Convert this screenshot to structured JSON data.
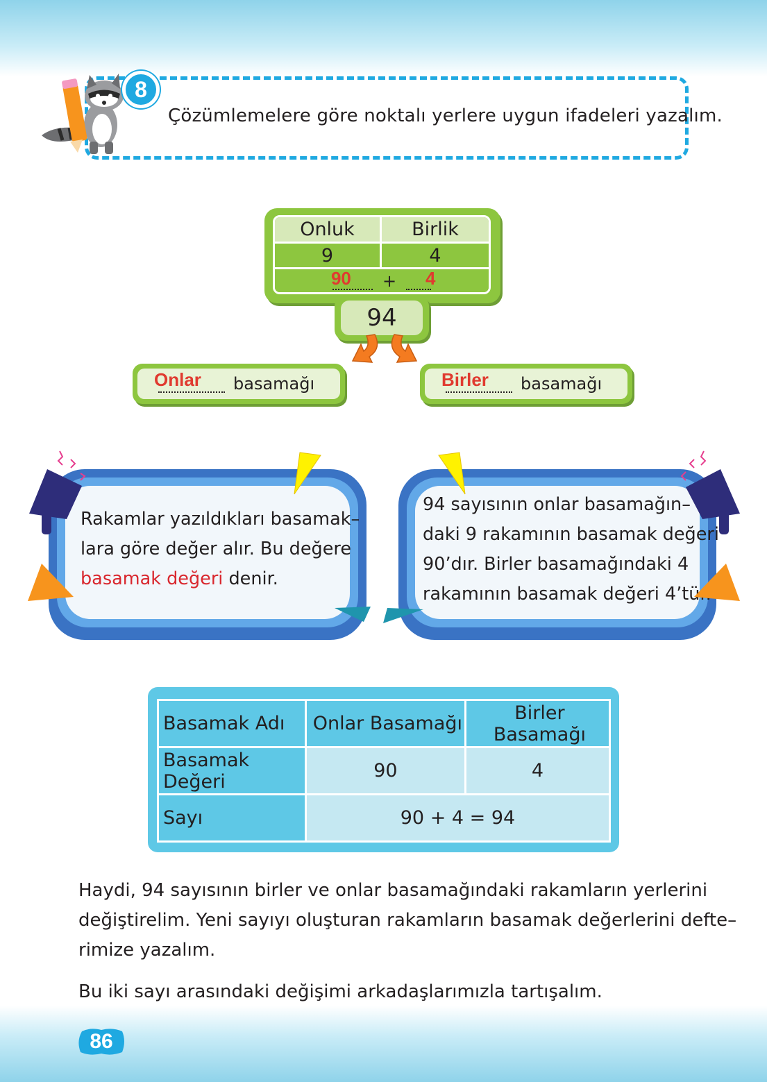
{
  "question": {
    "number": "8",
    "instruction": "Çözümlemelere göre noktalı yerlere uygun ifadeleri yazalım."
  },
  "place_value_chart": {
    "header_tens": "Onluk",
    "header_ones": "Birlik",
    "digit_tens": "9",
    "digit_ones": "4",
    "answer_tens": "90",
    "plus_sign": "+",
    "answer_ones": "4",
    "total": "94",
    "left_label_answer": "Onlar",
    "left_label_text": "basamağı",
    "right_label_answer": "Birler",
    "right_label_text": "basamağı"
  },
  "bubble_left": {
    "line1": "Rakamlar yazıldıkları basamak–",
    "line2": "lara göre değer alır. Bu değere",
    "line3_red": "basamak değeri",
    "line3_rest": " denir."
  },
  "bubble_right": {
    "line1": "94 sayısının onlar basamağın–",
    "line2": "daki 9 rakamının basamak değeri",
    "line3": "90’dır. Birler basamağındaki 4",
    "line4": "rakamının basamak değeri 4’tür."
  },
  "table": {
    "row1": [
      "Basamak Adı",
      "Onlar Basamağı",
      "Birler Basamağı"
    ],
    "row2": [
      "Basamak Değeri",
      "90",
      "4"
    ],
    "row3": [
      "Sayı",
      "90 + 4 = 94"
    ]
  },
  "paragraph": {
    "line1": "Haydi, 94 sayısının birler ve onlar basamağındaki rakamların yerlerini",
    "line2": "değiştirelim. Yeni sayıyı oluşturan rakamların basamak değerlerini defte–",
    "line3": "rimize yazalım.",
    "line4": "Bu iki sayı arasındaki değişimi arkadaşlarımızla tartışalım."
  },
  "page_number": "86",
  "colors": {
    "accent_blue": "#1fa9e1",
    "chart_green": "#8dc63f",
    "answer_red": "#e03a2f",
    "table_blue": "#5ec8e6",
    "bubble_blue": "#3a73c4"
  }
}
